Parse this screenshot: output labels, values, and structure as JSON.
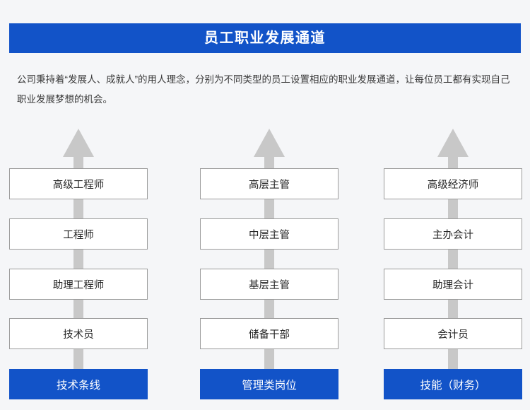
{
  "header": {
    "title": "员工职业发展通道",
    "banner_color": "#1253c8",
    "title_color": "#ffffff"
  },
  "intro": {
    "paragraph": "公司秉持着“发展人、成就人”的用人理念，分别为不同类型的员工设置相应的职业发展通道，让每位员工都有实现自己职业发展梦想的机会。"
  },
  "diagram": {
    "arrow_color": "#c8c8c8",
    "box_border_color": "#9b9b9b",
    "box_fill_color": "#ffffff",
    "footer_color": "#1253c8",
    "columns": [
      {
        "footer_label": "技术条线",
        "levels": [
          "高级工程师",
          "工程师",
          "助理工程师",
          "技术员"
        ]
      },
      {
        "footer_label": "管理类岗位",
        "levels": [
          "高层主管",
          "中层主管",
          "基层主管",
          "储备干部"
        ]
      },
      {
        "footer_label": "技能（财务）",
        "levels": [
          "高级经济师",
          "主办会计",
          "助理会计",
          "会计员"
        ]
      }
    ]
  }
}
